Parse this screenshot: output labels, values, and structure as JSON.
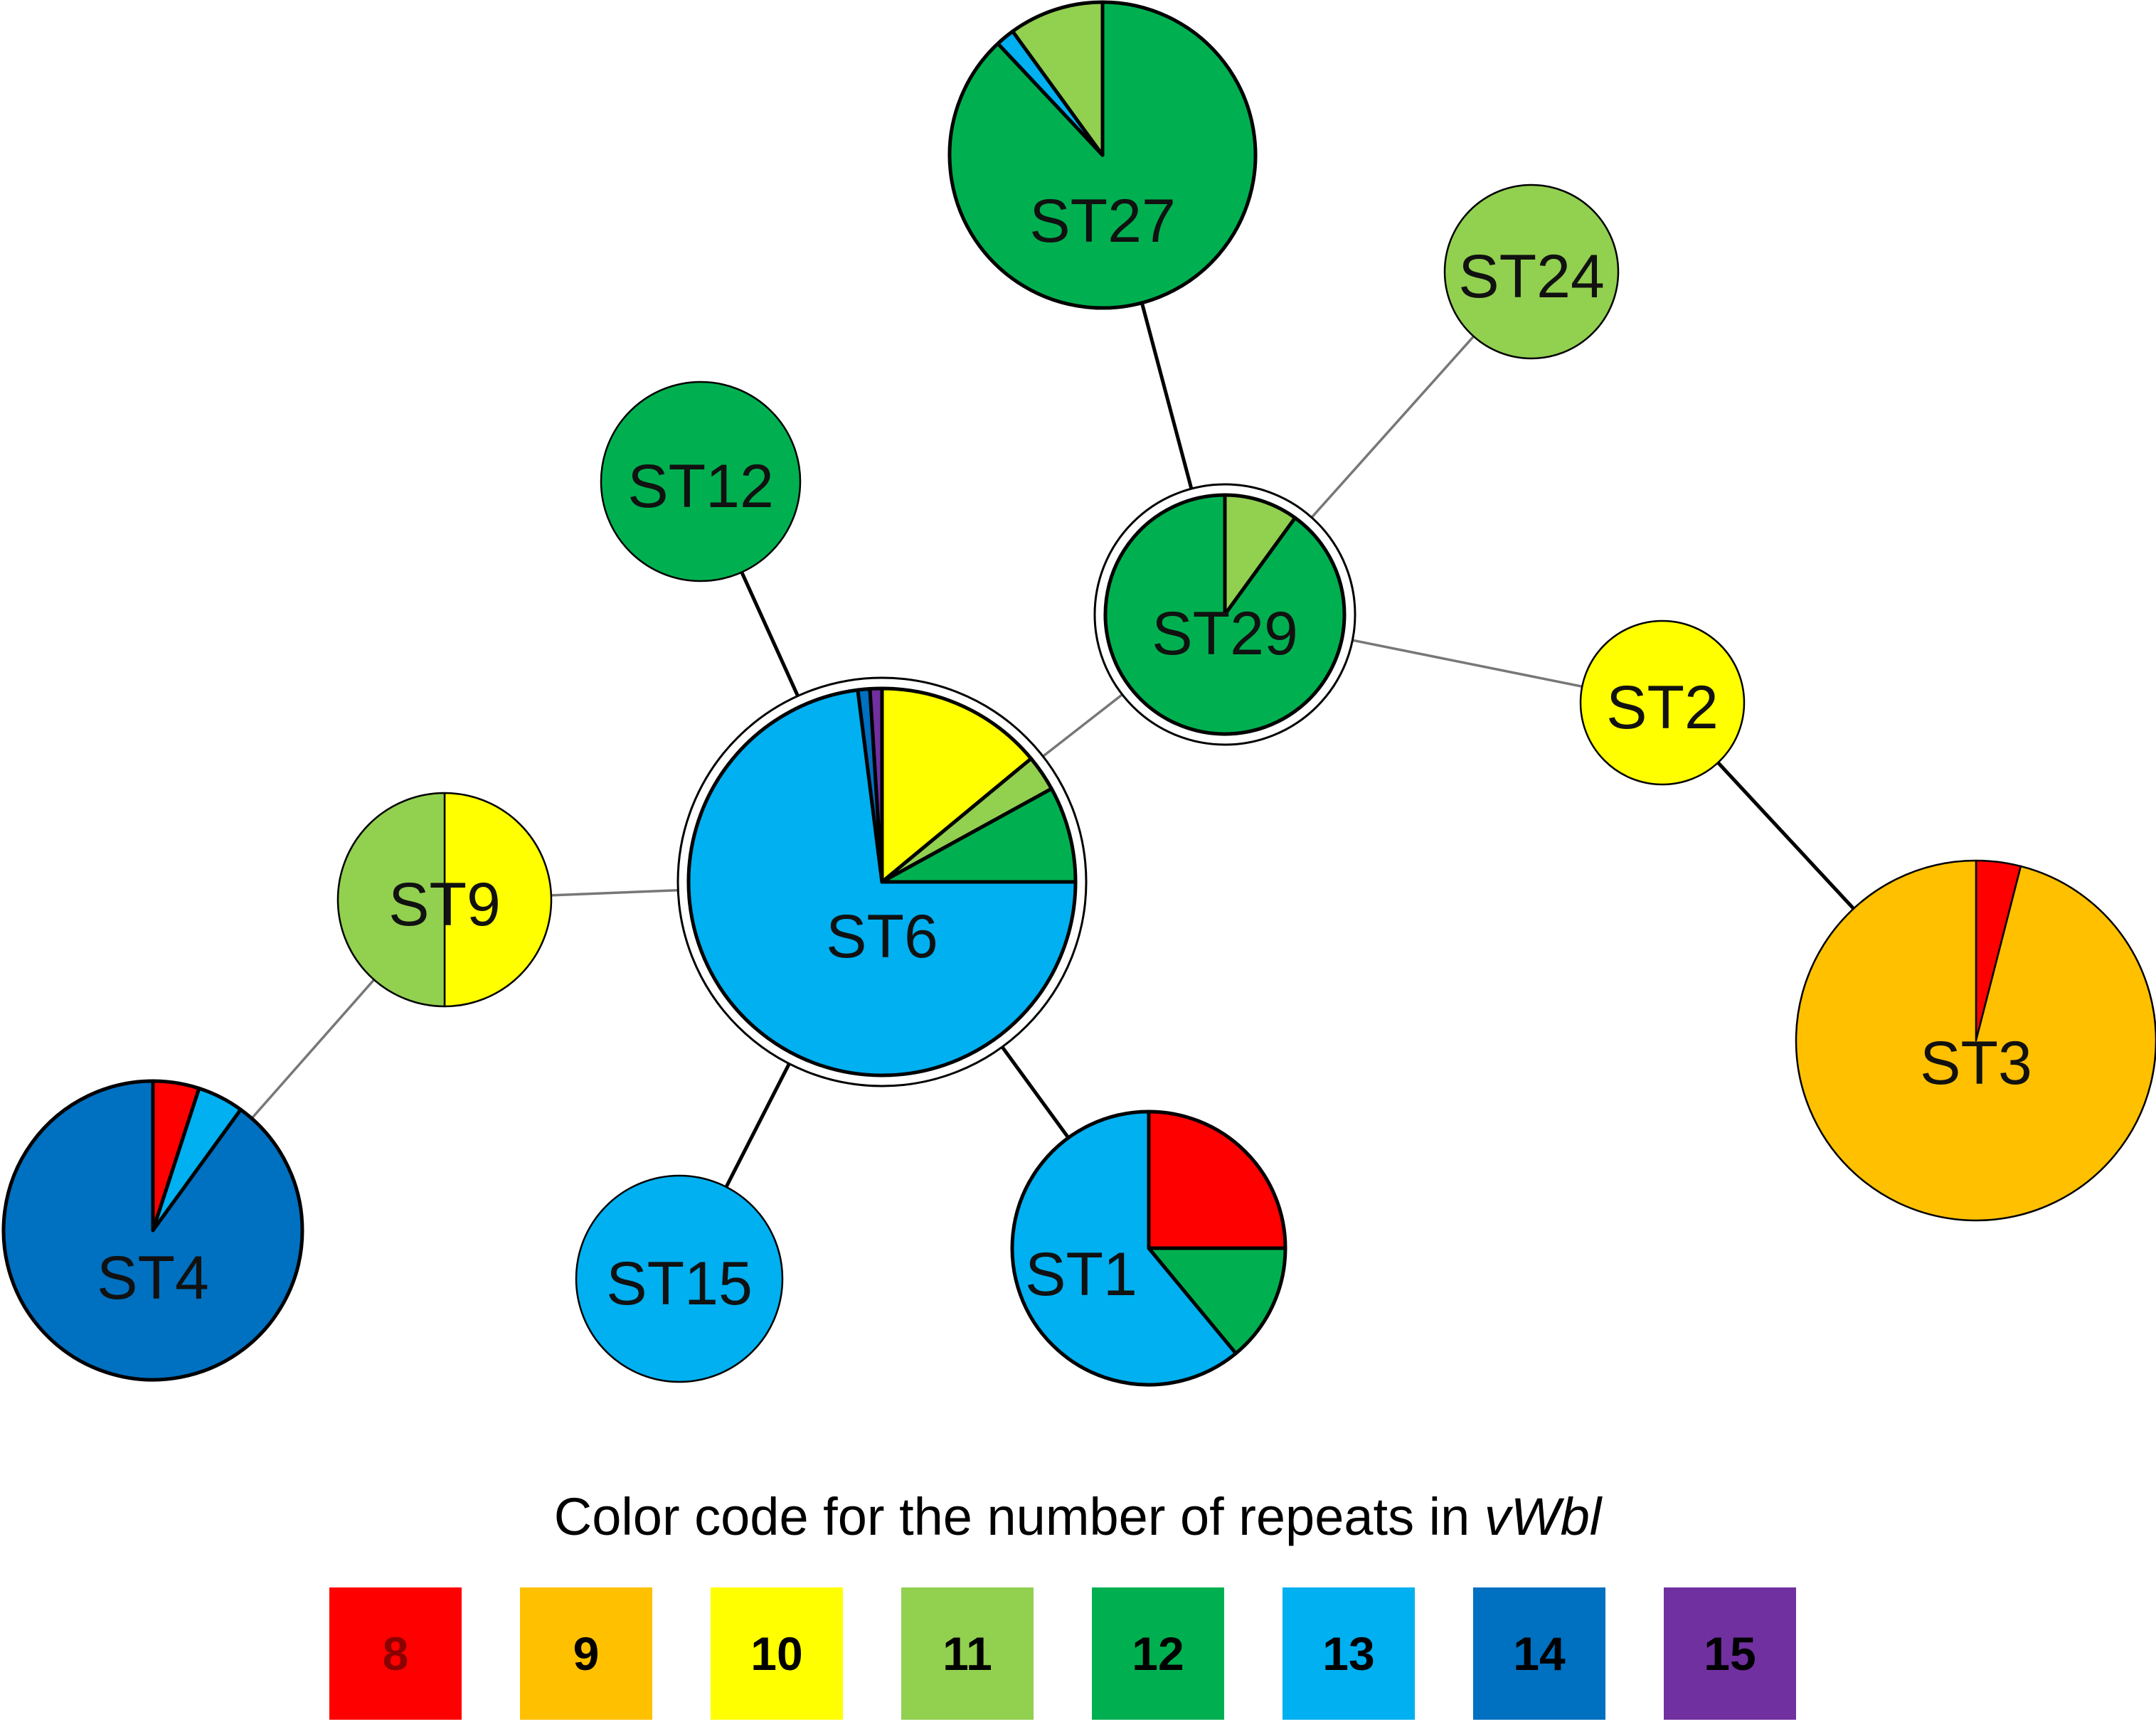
{
  "legend": {
    "title_prefix": "Color code for the number of repeats in ",
    "title_gene": "vWbl",
    "items": [
      {
        "label": "8",
        "color": "#ff0000",
        "text_color": "#8b0000"
      },
      {
        "label": "9",
        "color": "#ffc000",
        "text_color": "#000000"
      },
      {
        "label": "10",
        "color": "#ffff00",
        "text_color": "#000000"
      },
      {
        "label": "11",
        "color": "#92d050",
        "text_color": "#000000"
      },
      {
        "label": "12",
        "color": "#00b050",
        "text_color": "#000000"
      },
      {
        "label": "13",
        "color": "#00b0f0",
        "text_color": "#000000"
      },
      {
        "label": "14",
        "color": "#0070c0",
        "text_color": "#000000"
      },
      {
        "label": "15",
        "color": "#7030a0",
        "text_color": "#000000"
      }
    ]
  },
  "nodes": [
    {
      "id": "ST27",
      "label": "ST27",
      "slices": [
        {
          "repeat": "12",
          "fraction": 0.88
        },
        {
          "repeat": "13",
          "fraction": 0.02
        },
        {
          "repeat": "11",
          "fraction": 0.1
        }
      ]
    },
    {
      "id": "ST24",
      "label": "ST24",
      "slices": [
        {
          "repeat": "11",
          "fraction": 1.0
        }
      ]
    },
    {
      "id": "ST12",
      "label": "ST12",
      "slices": [
        {
          "repeat": "12",
          "fraction": 1.0
        }
      ]
    },
    {
      "id": "ST29",
      "label": "ST29",
      "slices": [
        {
          "repeat": "11",
          "fraction": 0.1
        },
        {
          "repeat": "12",
          "fraction": 0.9
        }
      ]
    },
    {
      "id": "ST2",
      "label": "ST2",
      "slices": [
        {
          "repeat": "10",
          "fraction": 1.0
        }
      ]
    },
    {
      "id": "ST6",
      "label": "ST6",
      "slices": [
        {
          "repeat": "10",
          "fraction": 0.14
        },
        {
          "repeat": "11",
          "fraction": 0.03
        },
        {
          "repeat": "12",
          "fraction": 0.08
        },
        {
          "repeat": "13",
          "fraction": 0.73
        },
        {
          "repeat": "14",
          "fraction": 0.01
        },
        {
          "repeat": "15",
          "fraction": 0.01
        }
      ]
    },
    {
      "id": "ST9",
      "label": "ST9",
      "slices": [
        {
          "repeat": "10",
          "fraction": 0.5
        },
        {
          "repeat": "11",
          "fraction": 0.5
        }
      ]
    },
    {
      "id": "ST3",
      "label": "ST3",
      "slices": [
        {
          "repeat": "8",
          "fraction": 0.04
        },
        {
          "repeat": "9",
          "fraction": 0.96
        }
      ]
    },
    {
      "id": "ST4",
      "label": "ST4",
      "slices": [
        {
          "repeat": "8",
          "fraction": 0.05
        },
        {
          "repeat": "13",
          "fraction": 0.05
        },
        {
          "repeat": "14",
          "fraction": 0.9
        }
      ]
    },
    {
      "id": "ST15",
      "label": "ST15",
      "slices": [
        {
          "repeat": "13",
          "fraction": 1.0
        }
      ]
    },
    {
      "id": "ST1",
      "label": "ST1",
      "slices": [
        {
          "repeat": "8",
          "fraction": 0.25
        },
        {
          "repeat": "12",
          "fraction": 0.14
        },
        {
          "repeat": "13",
          "fraction": 0.61
        }
      ]
    }
  ],
  "edges": [
    {
      "from": "ST27",
      "to": "ST29",
      "style": "thick"
    },
    {
      "from": "ST24",
      "to": "ST29",
      "style": "thin"
    },
    {
      "from": "ST12",
      "to": "ST6",
      "style": "thick"
    },
    {
      "from": "ST29",
      "to": "ST6",
      "style": "thin"
    },
    {
      "from": "ST29",
      "to": "ST2",
      "style": "thin"
    },
    {
      "from": "ST2",
      "to": "ST3",
      "style": "thick"
    },
    {
      "from": "ST9",
      "to": "ST6",
      "style": "thin"
    },
    {
      "from": "ST9",
      "to": "ST4",
      "style": "thin"
    },
    {
      "from": "ST6",
      "to": "ST15",
      "style": "thick"
    },
    {
      "from": "ST6",
      "to": "ST1",
      "style": "thick"
    }
  ]
}
